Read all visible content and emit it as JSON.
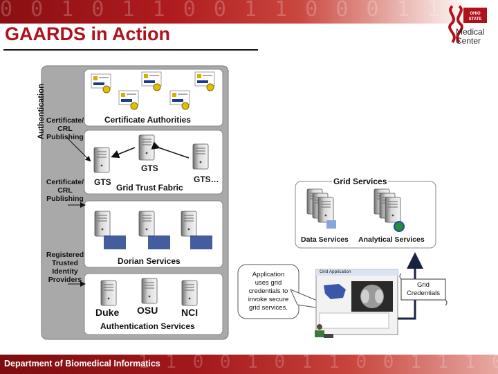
{
  "header": {
    "title": "GAARDS in Action",
    "digits": "0 0 1 0 1 1 0 0 1 1 0 0 0 1 1 0 1 1 0 1 1 0 0 0",
    "logo_line1": "Medical",
    "logo_line2": "Center"
  },
  "footer": {
    "text": "Department of Biomedical Informatics",
    "digits": "1 1 0 0 1 0 1 1 0 0 1 1 1 0 1"
  },
  "left_panel": {
    "vertical_label": "Authentication",
    "side_labels": {
      "cert_crl_1": [
        "Certificate/",
        "CRL",
        "Publishing"
      ],
      "cert_crl_2": [
        "Certificate/",
        "CRL",
        "Publishing"
      ],
      "registered": [
        "Registered",
        "Trusted",
        "Identity",
        "Providers"
      ]
    },
    "sections": {
      "certificate_authorities": "Certificate Authorities",
      "grid_trust_fabric": "Grid Trust Fabric",
      "dorian_services": "Dorian Services",
      "authentication_services": "Authentication Services"
    },
    "gts_labels": {
      "top": "GTS",
      "left": "GTS",
      "right": "GTS…"
    },
    "auth_sites": [
      "Duke",
      "OSU",
      "NCI"
    ]
  },
  "grid_services": {
    "title": "Grid Services",
    "data_services": "Data Services",
    "analytical_services": "Analytical Services"
  },
  "callouts": {
    "application": [
      "Application",
      "uses grid",
      "credentials to",
      "invoke secure",
      "grid services."
    ],
    "grid_credentials": [
      "Grid",
      "Credentials"
    ]
  },
  "app_window": {
    "title": "Grid Application"
  },
  "colors": {
    "accent_red": "#b0121b",
    "panel_gray": "#a9a9a9",
    "box_white": "#ffffff",
    "dark_arrow": "#1a2244"
  }
}
